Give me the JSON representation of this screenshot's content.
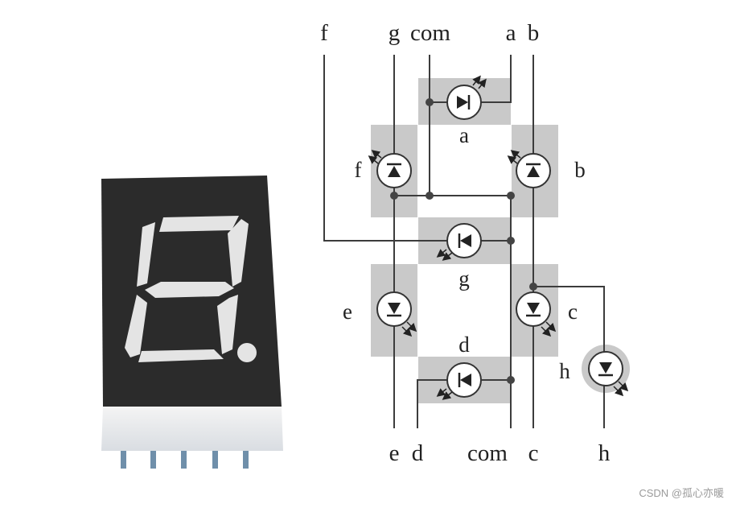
{
  "pin_labels_top": [
    "f",
    "g",
    "com",
    "a",
    "b"
  ],
  "pin_labels_bottom": [
    "e",
    "d",
    "com",
    "c",
    "h"
  ],
  "segment_labels": {
    "a": "a",
    "b": "b",
    "c": "c",
    "d": "d",
    "e": "e",
    "f": "f",
    "g": "g",
    "h": "h"
  },
  "watermark": "CSDN @孤心亦暖",
  "colors": {
    "pad": "#c9c9c9",
    "display_body": "#2b2b2b",
    "segment": "#e4e4e4",
    "wire": "#3c3c3c"
  }
}
